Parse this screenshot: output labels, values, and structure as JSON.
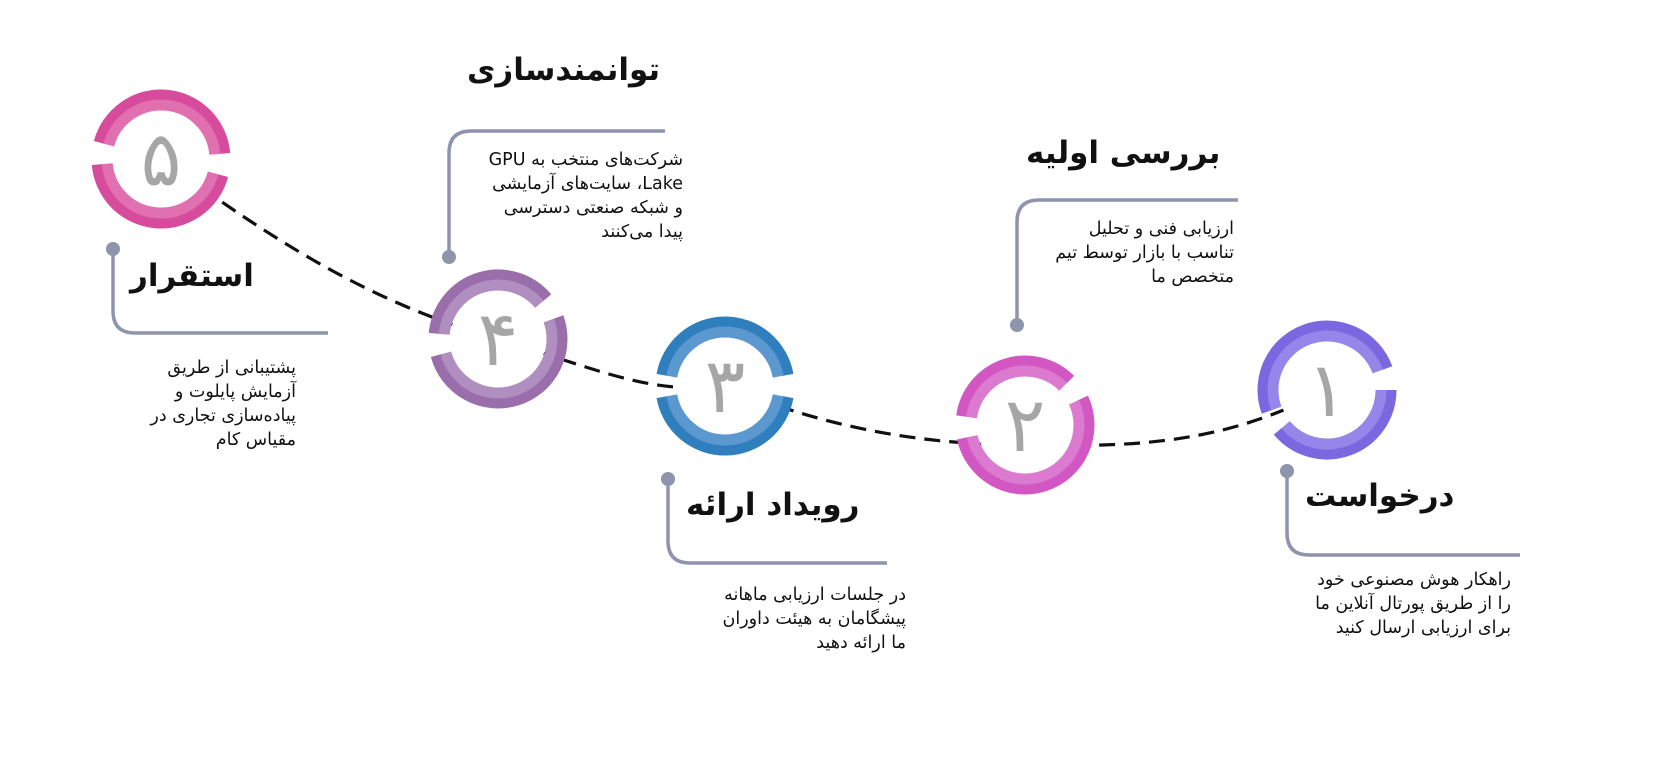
{
  "colors": {
    "connector": "#8e94ab",
    "path": "#111111",
    "numeral": "#a6a6a6"
  },
  "steps": [
    {
      "number": "۱",
      "title": "درخواست",
      "desc": [
        "راهکار هوش مصنوعی خود",
        "را از طریق پورتال آنلاین ما",
        "برای ارزیابی ارسال کنید"
      ],
      "outer": "#7b68e0",
      "inner": "#9686ea"
    },
    {
      "number": "۲",
      "title": "بررسی اولیه",
      "desc": [
        "ارزیابی فنی و تحلیل",
        "تناسب با بازار توسط تیم",
        "متخصص ما"
      ],
      "outer": "#d257c3",
      "inner": "#dc7ad0"
    },
    {
      "number": "۳",
      "title": "رویداد ارائه",
      "desc": [
        "در جلسات ارزیابی ماهانه",
        "پیشگامان به هیئت داوران",
        "ما ارائه دهید"
      ],
      "outer": "#2f7fbe",
      "inner": "#5a98cf"
    },
    {
      "number": "۴",
      "title": "توانمندسازی",
      "desc": [
        "شرکت‌های منتخب به GPU",
        "Lake، سایت‌های آزمایشی",
        "و شبکه صنعتی دسترسی",
        "پیدا می‌کنند"
      ],
      "outer": "#9a6dab",
      "inner": "#b08fc0"
    },
    {
      "number": "۵",
      "title": "استقرار",
      "desc": [
        "پشتیبانی از طریق",
        "آزمایش پایلوت و",
        "پیاده‌سازی تجاری در",
        "مقیاس کام"
      ],
      "outer": "#d64b9b",
      "inner": "#e070b0"
    }
  ]
}
